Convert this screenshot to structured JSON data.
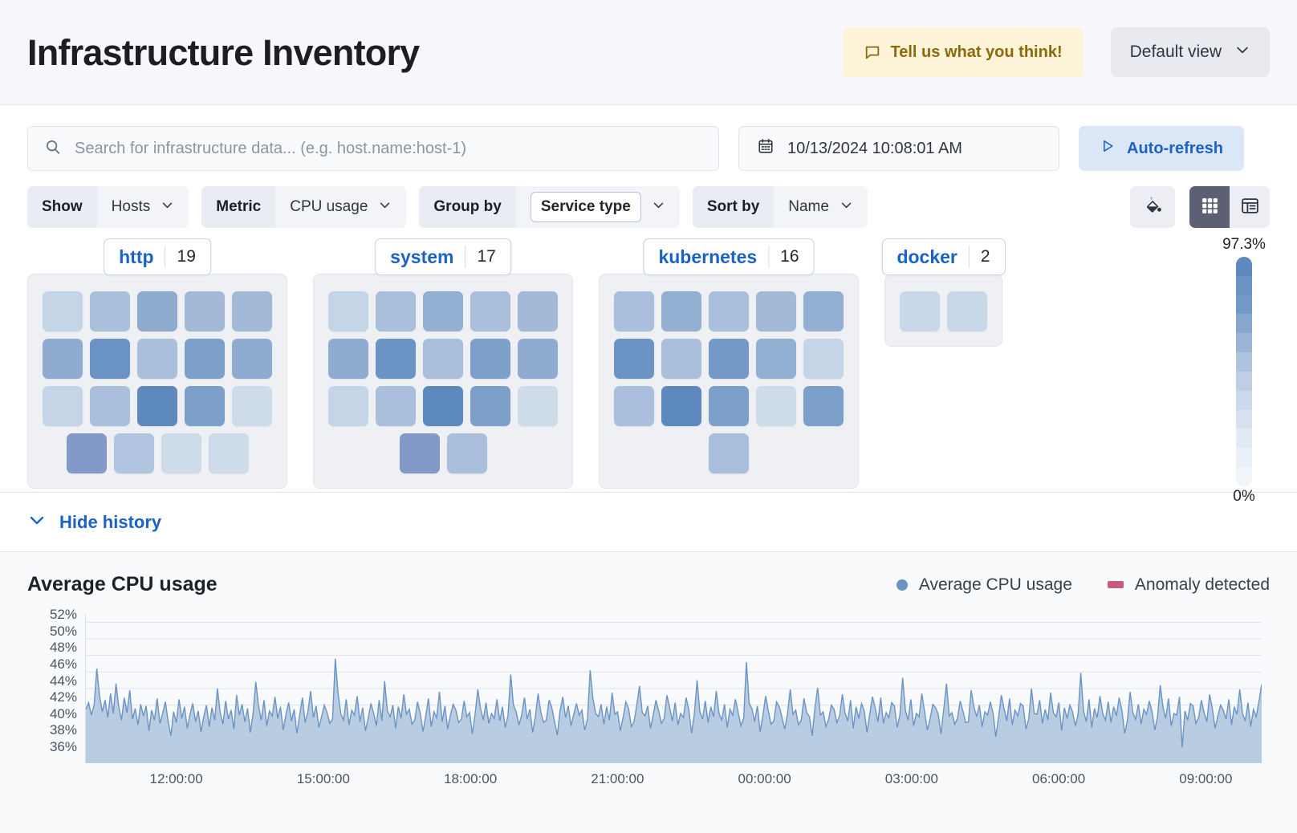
{
  "header": {
    "title": "Infrastructure Inventory",
    "feedback_label": "Tell us what you think!",
    "feedback_icon": "comment-icon",
    "view_label": "Default view",
    "view_icon": "chevron-down-icon"
  },
  "search": {
    "placeholder": "Search for infrastructure data... (e.g. host.name:host-1)",
    "value": "",
    "icon": "search-icon"
  },
  "datepicker": {
    "value": "10/13/2024 10:08:01 AM",
    "icon": "calendar-icon"
  },
  "autorefresh": {
    "label": "Auto-refresh",
    "icon": "play-icon"
  },
  "filters": [
    {
      "label": "Show",
      "value": "Hosts",
      "boxed": false,
      "icon": "chevron-down-icon"
    },
    {
      "label": "Metric",
      "value": "CPU usage",
      "boxed": false,
      "icon": "chevron-down-icon"
    },
    {
      "label": "Group by",
      "value": "Service type",
      "boxed": true,
      "icon": "chevron-down-icon"
    },
    {
      "label": "Sort by",
      "value": "Name",
      "boxed": false,
      "icon": "chevron-down-icon"
    }
  ],
  "view_controls": {
    "palette_icon": "paint-bucket-icon",
    "grid_icon": "grid-view-icon",
    "table_icon": "table-view-icon",
    "active": "grid"
  },
  "groups": [
    {
      "name": "http",
      "count": "19",
      "rows": [
        [
          "#c5d5e8",
          "#a9bfdc",
          "#8fabd0",
          "#a2b9d8",
          "#a2b9d8"
        ],
        [
          "#8fabd0",
          "#6b93c4",
          "#a9bfdc",
          "#7ca0ca",
          "#8fabd0"
        ],
        [
          "#c5d5e8",
          "#a9bfdc",
          "#5e89bf",
          "#7ca0ca",
          "#cddbea"
        ],
        [
          "#8299c9",
          "#b2c5e0",
          "#cddbea",
          "#cddbea"
        ]
      ]
    },
    {
      "name": "system",
      "count": "17",
      "rows": [
        [
          "#c5d5e8",
          "#a9bfdc",
          "#93b0d3",
          "#a9bfdc",
          "#a2b9d8"
        ],
        [
          "#8fabd0",
          "#6b93c4",
          "#a9bfdc",
          "#7ca0ca",
          "#8fabd0"
        ],
        [
          "#c5d5e8",
          "#a9bfdc",
          "#5e89bf",
          "#7ca0ca",
          "#cddbea"
        ],
        [
          "#8299c9",
          "#a9bfdc"
        ]
      ]
    },
    {
      "name": "kubernetes",
      "count": "16",
      "rows": [
        [
          "#a9bfdc",
          "#93b0d3",
          "#a9bfdc",
          "#a2b9d8",
          "#93b0d3"
        ],
        [
          "#6b93c4",
          "#a9bfdc",
          "#7399c6",
          "#93b0d3",
          "#c5d5e8"
        ],
        [
          "#a9bfdc",
          "#5e89bf",
          "#7ca0ca",
          "#cddbea",
          "#7ca0ca"
        ],
        [
          "#a9bfdc"
        ]
      ]
    },
    {
      "name": "docker",
      "count": "2",
      "rows": [
        [
          "#c9d8e9",
          "#c9d8e9"
        ]
      ]
    }
  ],
  "color_scale": {
    "max_label": "97.3%",
    "min_label": "0%",
    "stops": [
      "#5e89bf",
      "#6b93c4",
      "#7399c6",
      "#87a7cd",
      "#9ab5d6",
      "#aec3de",
      "#bdcee5",
      "#cbd9ec",
      "#d7e1f0",
      "#e2eaf4",
      "#eaf0f7",
      "#f1f5fa"
    ]
  },
  "history_toggle": {
    "label": "Hide history",
    "icon": "chevron-down-icon"
  },
  "chart_data": {
    "type": "area",
    "title": "Average CPU usage",
    "xlabel": "",
    "ylabel": "",
    "grid": true,
    "legend_position": "top-right",
    "legend": [
      {
        "name": "Average CPU usage",
        "color": "#6b93c4",
        "marker": "dot"
      },
      {
        "name": "Anomaly detected",
        "color": "#ca5a7c",
        "marker": "square"
      }
    ],
    "ytick_labels": [
      "52%",
      "50%",
      "48%",
      "46%",
      "44%",
      "42%",
      "40%",
      "38%",
      "36%"
    ],
    "ylim": [
      35,
      53
    ],
    "xtick_labels": [
      "12:00:00",
      "15:00:00",
      "18:00:00",
      "21:00:00",
      "00:00:00",
      "03:00:00",
      "06:00:00",
      "09:00:00"
    ],
    "series": [
      {
        "name": "Average CPU usage",
        "color": "#6b93c4",
        "fill": "#aec4dd",
        "values": [
          41.5,
          42.3,
          40.8,
          42.0,
          46.4,
          43.1,
          41.2,
          42.6,
          40.5,
          43.4,
          41.0,
          44.6,
          41.8,
          40.2,
          42.9,
          41.1,
          43.8,
          40.3,
          41.6,
          39.6,
          42.1,
          40.7,
          41.9,
          38.9,
          41.4,
          40.2,
          42.8,
          39.8,
          41.0,
          42.4,
          40.1,
          38.3,
          41.2,
          39.9,
          42.7,
          40.4,
          41.8,
          39.2,
          40.9,
          42.2,
          40.0,
          41.3,
          38.8,
          40.6,
          42.0,
          39.4,
          41.7,
          40.2,
          44.0,
          41.1,
          39.7,
          42.5,
          40.3,
          41.4,
          39.1,
          43.2,
          40.8,
          42.1,
          40.0,
          41.6,
          38.7,
          41.0,
          44.8,
          41.9,
          40.2,
          42.6,
          39.5,
          41.3,
          40.7,
          43.0,
          40.4,
          41.8,
          39.0,
          40.9,
          42.3,
          40.1,
          41.5,
          38.6,
          40.8,
          42.9,
          39.9,
          41.2,
          43.7,
          40.5,
          41.9,
          39.3,
          40.6,
          42.0,
          41.1,
          39.8,
          40.3,
          47.6,
          43.5,
          41.0,
          40.2,
          42.7,
          39.6,
          41.4,
          40.8,
          43.1,
          40.0,
          41.7,
          38.9,
          40.4,
          42.2,
          41.0,
          39.5,
          42.6,
          40.1,
          44.9,
          41.3,
          40.6,
          42.0,
          39.2,
          41.8,
          40.4,
          43.3,
          40.9,
          41.5,
          39.7,
          40.2,
          42.4,
          41.0,
          38.8,
          40.7,
          42.8,
          39.4,
          41.2,
          40.5,
          43.6,
          40.0,
          41.9,
          39.1,
          40.8,
          42.1,
          41.4,
          39.9,
          40.3,
          42.5,
          40.6,
          41.1,
          38.5,
          40.9,
          43.9,
          41.6,
          40.2,
          42.3,
          39.8,
          41.0,
          40.4,
          42.7,
          40.1,
          41.8,
          39.3,
          40.7,
          45.7,
          42.0,
          41.2,
          39.6,
          40.8,
          42.9,
          40.3,
          41.5,
          38.7,
          40.6,
          43.4,
          41.1,
          39.9,
          40.2,
          42.6,
          41.7,
          40.0,
          38.4,
          41.3,
          43.0,
          40.5,
          41.9,
          39.5,
          40.9,
          42.2,
          40.8,
          41.4,
          39.0,
          40.3,
          46.2,
          42.8,
          41.0,
          40.6,
          42.1,
          39.7,
          41.8,
          40.2,
          43.5,
          40.9,
          41.2,
          38.9,
          40.5,
          42.4,
          41.6,
          39.4,
          40.0,
          42.0,
          44.3,
          41.1,
          40.7,
          41.9,
          39.2,
          40.8,
          42.6,
          41.3,
          39.8,
          40.4,
          43.2,
          41.7,
          40.1,
          42.3,
          39.6,
          41.0,
          40.5,
          42.9,
          41.4,
          38.6,
          40.9,
          45.0,
          41.2,
          40.3,
          42.5,
          39.9,
          41.8,
          40.6,
          43.7,
          41.0,
          40.2,
          42.1,
          39.3,
          41.5,
          40.8,
          42.7,
          41.1,
          39.5,
          40.4,
          47.2,
          42.2,
          41.6,
          40.0,
          41.9,
          38.8,
          40.7,
          43.1,
          41.3,
          39.7,
          40.1,
          42.4,
          41.8,
          40.5,
          39.1,
          41.0,
          43.9,
          40.9,
          41.4,
          39.6,
          40.2,
          42.8,
          41.1,
          40.6,
          38.3,
          41.7,
          44.1,
          40.8,
          41.2,
          39.4,
          40.3,
          42.0,
          41.5,
          39.9,
          40.7,
          43.3,
          41.0,
          40.1,
          42.6,
          39.2,
          41.8,
          40.4,
          42.2,
          41.3,
          38.7,
          40.9,
          43.0,
          41.6,
          40.0,
          42.9,
          39.8,
          41.1,
          40.5,
          42.3,
          41.9,
          39.3,
          40.8,
          45.3,
          41.4,
          40.2,
          42.7,
          39.5,
          41.0,
          40.6,
          43.4,
          41.2,
          39.0,
          40.3,
          42.1,
          41.7,
          40.9,
          38.5,
          41.5,
          44.6,
          40.7,
          41.1,
          39.7,
          40.4,
          42.5,
          41.3,
          39.9,
          40.0,
          43.8,
          41.8,
          40.6,
          42.0,
          39.4,
          41.2,
          40.8,
          42.4,
          41.0,
          38.2,
          40.5,
          43.2,
          41.6,
          40.1,
          42.8,
          39.6,
          41.4,
          40.7,
          42.2,
          41.9,
          39.1,
          40.3,
          44.0,
          41.0,
          40.9,
          42.6,
          39.8,
          41.5,
          40.2,
          43.5,
          41.1,
          40.6,
          42.3,
          38.9,
          41.7,
          40.4,
          42.0,
          41.2,
          39.5,
          40.8,
          45.9,
          41.3,
          40.0,
          42.7,
          39.3,
          41.6,
          40.5,
          43.1,
          41.0,
          40.2,
          42.4,
          39.9,
          41.8,
          40.7,
          42.9,
          41.4,
          38.6,
          40.1,
          43.6,
          41.1,
          40.3,
          42.1,
          39.7,
          41.5,
          40.9,
          42.5,
          41.2,
          39.0,
          40.6,
          44.4,
          41.7,
          40.4,
          42.8,
          39.5,
          41.0,
          40.8,
          43.0,
          36.9,
          41.3,
          40.2,
          42.2,
          41.9,
          39.8,
          40.5,
          42.6,
          41.1,
          40.0,
          43.3,
          41.6,
          39.2,
          40.7,
          42.0,
          41.4,
          40.3,
          42.7,
          39.6,
          41.8,
          40.9,
          43.9,
          41.0,
          40.1,
          42.3,
          39.4,
          41.5,
          40.6,
          42.4,
          44.5
        ]
      }
    ]
  }
}
